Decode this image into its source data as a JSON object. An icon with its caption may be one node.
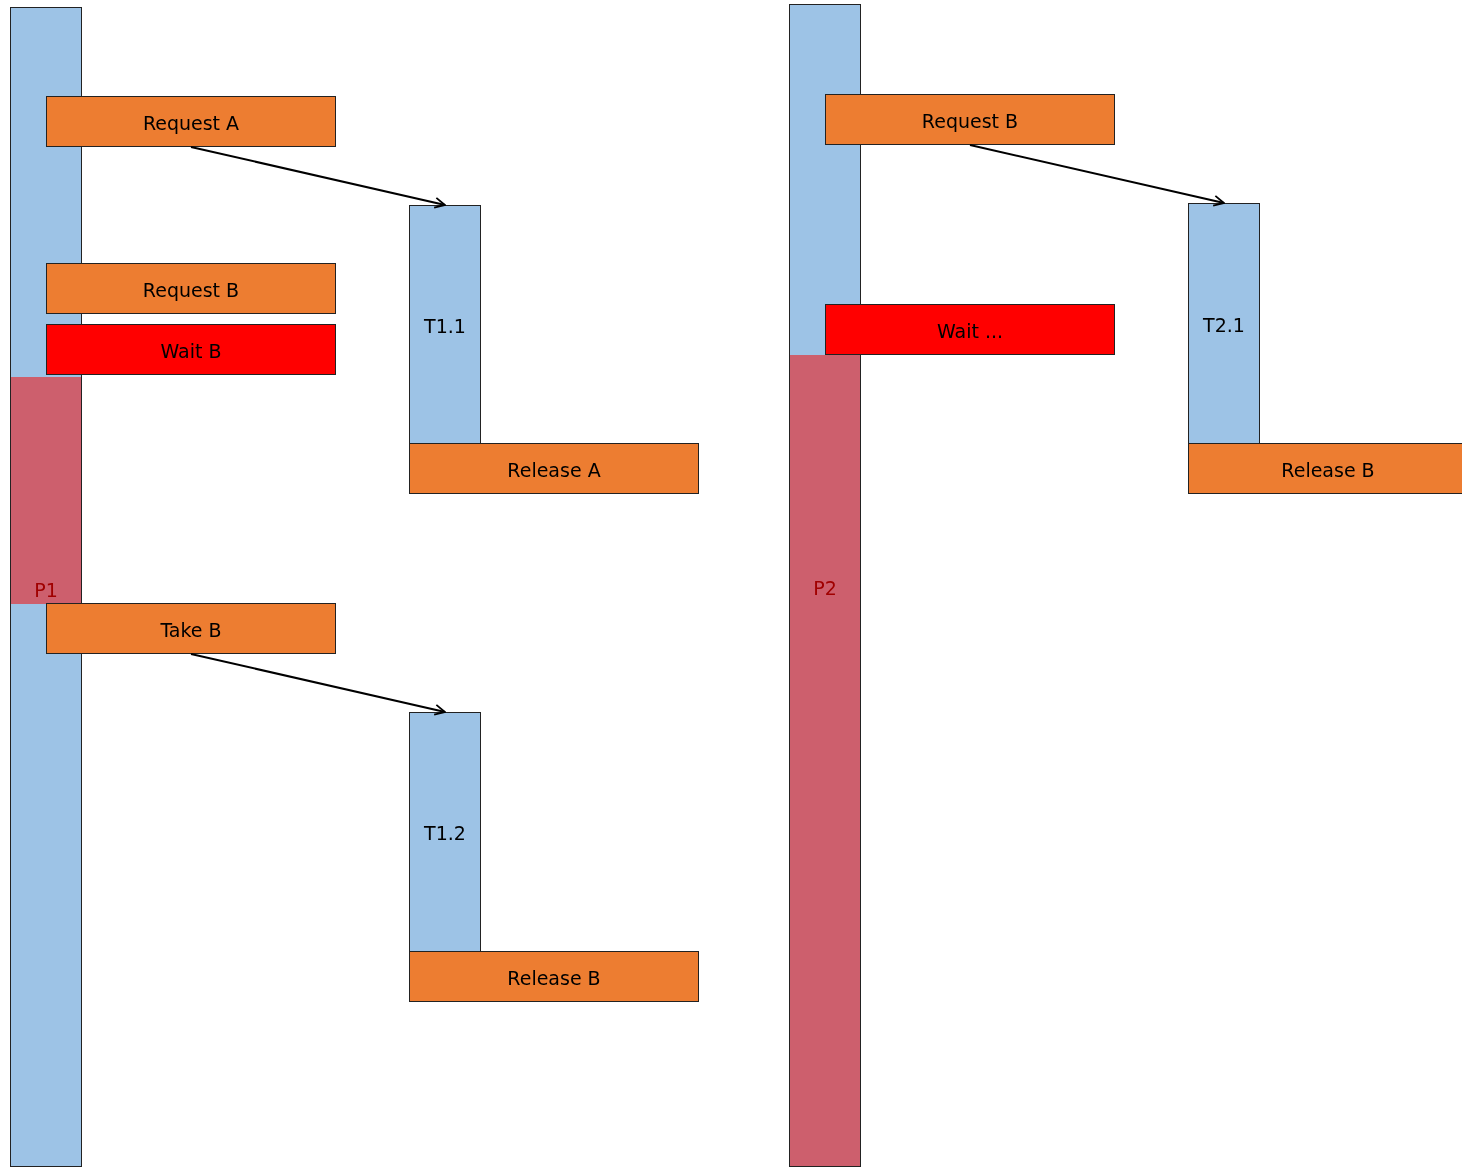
{
  "diagram": {
    "nodes": [
      {
        "text": [
          "P1"
        ]
      },
      {
        "text": [
          "Request A"
        ]
      },
      {
        "text": [
          "Request B"
        ]
      },
      {
        "text": [
          "Wait B"
        ]
      },
      {
        "text": [
          "Take B"
        ]
      },
      {
        "text": [
          "T1.1"
        ]
      },
      {
        "text": [
          "Release A"
        ]
      },
      {
        "text": [
          "T1.2"
        ]
      },
      {
        "text": [
          "Release B"
        ]
      },
      {
        "text": [
          "P2"
        ]
      },
      {
        "text": [
          "Request B"
        ]
      },
      {
        "text": [
          "Wait ..."
        ]
      },
      {
        "text": [
          "T2.1"
        ]
      },
      {
        "text": [
          "Release B"
        ]
      }
    ],
    "edges": [
      {
        "from": 1,
        "to": 5,
        "arrow": "to"
      },
      {
        "from": 4,
        "to": 7,
        "arrow": "to"
      },
      {
        "from": 10,
        "to": 12,
        "arrow": "to"
      }
    ]
  }
}
